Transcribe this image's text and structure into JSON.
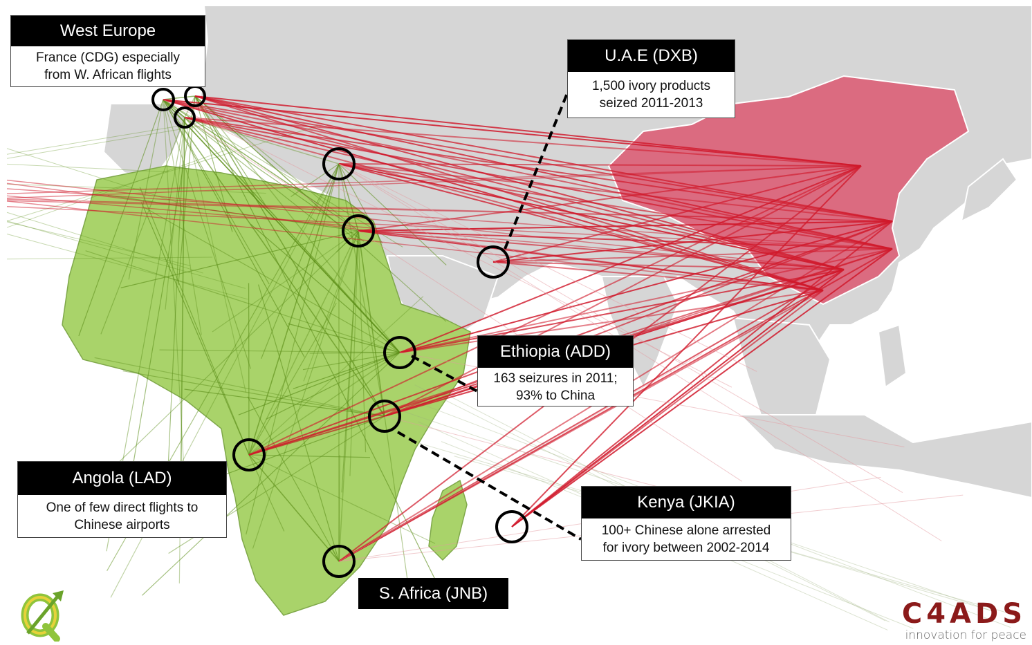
{
  "colors": {
    "sea": "#ffffff",
    "land": "#d6d6d6",
    "land_border": "#ffffff",
    "africa": "#a9d36a",
    "china": "#db6b80",
    "route_africa": "#5c8e1a",
    "route_china": "#d0192b",
    "brand": "#8b1a1a"
  },
  "callouts": {
    "west_europe": {
      "title": "West Europe",
      "lines": [
        "France (CDG) especially",
        "from W. African flights"
      ]
    },
    "uae": {
      "title": "U.A.E (DXB)",
      "lines": [
        "1,500 ivory products",
        "seized 2011-2013"
      ]
    },
    "ethiopia": {
      "title": "Ethiopia (ADD)",
      "lines": [
        "163 seizures in 2011;",
        "93% to China"
      ]
    },
    "angola": {
      "title": "Angola (LAD)",
      "lines": [
        "One of few direct flights to",
        "Chinese airports"
      ]
    },
    "kenya": {
      "title": "Kenya (JKIA)",
      "lines": [
        "100+ Chinese alone arrested",
        "for ivory between 2002-2014"
      ]
    },
    "south_africa": {
      "title": "S. Africa (JNB)"
    }
  },
  "hub_icon": "circle-marker-icon",
  "brand": {
    "name": "C4ADS",
    "tagline": "innovation for peace"
  },
  "qgis_icon": "qgis-logo-icon"
}
